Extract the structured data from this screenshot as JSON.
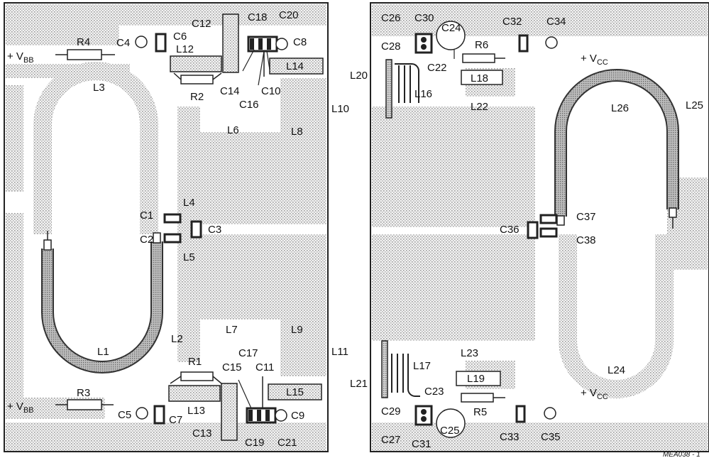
{
  "left_board": {
    "labels": {
      "vbb_top_prefix": "+ V",
      "vbb_top_sub": "BB",
      "vbb_bot_prefix": "+ V",
      "vbb_bot_sub": "BB",
      "R4": "R4",
      "R2": "R2",
      "R1": "R1",
      "R3": "R3",
      "C1": "C1",
      "C2": "C2",
      "C3": "C3",
      "C4": "C4",
      "C5": "C5",
      "C6": "C6",
      "C7": "C7",
      "C8": "C8",
      "C9": "C9",
      "C10": "C10",
      "C11": "C11",
      "C12": "C12",
      "C13": "C13",
      "C14": "C14",
      "C15": "C15",
      "C16": "C16",
      "C17": "C17",
      "C18": "C18",
      "C19": "C19",
      "C20": "C20",
      "C21": "C21",
      "L1": "L1",
      "L2": "L2",
      "L3": "L3",
      "L4": "L4",
      "L5": "L5",
      "L6": "L6",
      "L7": "L7",
      "L8": "L8",
      "L9": "L9",
      "L12": "L12",
      "L13": "L13",
      "L14": "L14",
      "L15": "L15"
    }
  },
  "middle_labels": {
    "L10": "L10",
    "L11": "L11",
    "L20": "L20",
    "L21": "L21"
  },
  "right_board": {
    "labels": {
      "vcc_top_prefix": "+ V",
      "vcc_top_sub": "CC",
      "vcc_bot_prefix": "+ V",
      "vcc_bot_sub": "CC",
      "C22": "C22",
      "C23": "C23",
      "C24": "C24",
      "C25": "C25",
      "C26": "C26",
      "C27": "C27",
      "C28": "C28",
      "C29": "C29",
      "C30": "C30",
      "C31": "C31",
      "C32": "C32",
      "C33": "C33",
      "C34": "C34",
      "C35": "C35",
      "C36": "C36",
      "C37": "C37",
      "C38": "C38",
      "R5": "R5",
      "R6": "R6",
      "L16": "L16",
      "L17": "L17",
      "L18": "L18",
      "L19": "L19",
      "L22": "L22",
      "L23": "L23",
      "L24": "L24",
      "L25": "L25",
      "L26": "L26"
    }
  },
  "figure_code": "MEA038 - 1"
}
